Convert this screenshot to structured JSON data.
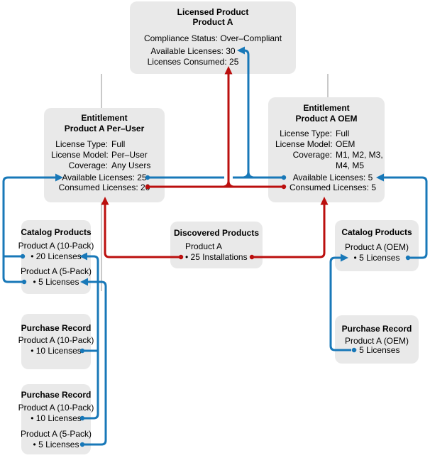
{
  "colors": {
    "blue": "#1878b8",
    "red": "#bb0f0e",
    "box_fill": "#e9e9e9",
    "gray": "#c9c9c9",
    "bg": "#ffffff",
    "text": "#000000"
  },
  "boxes": {
    "licensed_product": {
      "title_line1": "Licensed Product",
      "title_line2": "Product A",
      "compliance": "Compliance Status: Over–Compliant",
      "available": "Available Licenses: 30",
      "consumed": "Licenses Consumed: 25"
    },
    "entitlement_per_user": {
      "title_line1": "Entitlement",
      "title_line2": "Product A Per–User",
      "fields": [
        {
          "label": "License Type:",
          "value": "Full"
        },
        {
          "label": "License Model:",
          "value": "Per–User"
        },
        {
          "label": "Coverage:",
          "value": "Any Users"
        }
      ],
      "available": "Available Licenses: 25",
      "consumed": "Consumed Licenses: 20"
    },
    "entitlement_oem": {
      "title_line1": "Entitlement",
      "title_line2": "Product A OEM",
      "fields": [
        {
          "label": "License Type:",
          "value": "Full"
        },
        {
          "label": "License Model:",
          "value": "OEM"
        },
        {
          "label": "Coverage:",
          "value": "M1, M2, M3, M4, M5"
        }
      ],
      "available": "Available Licenses: 5",
      "consumed": "Consumed Licenses: 5"
    },
    "catalog_left": {
      "title": "Catalog Products",
      "items": [
        {
          "name": "Product A (10-Pack)",
          "detail": "• 20 Licenses"
        },
        {
          "name": "Product A (5-Pack)",
          "detail": "• 5 Licenses"
        }
      ]
    },
    "discovered": {
      "title": "Discovered Products",
      "items": [
        {
          "name": "Product A",
          "detail": "• 25 Installations"
        }
      ]
    },
    "catalog_right": {
      "title": "Catalog Products",
      "items": [
        {
          "name": "Product A (OEM)",
          "detail": "• 5 Licenses"
        }
      ]
    },
    "purchase_left_1": {
      "title": "Purchase Record",
      "items": [
        {
          "name": "Product A (10-Pack)",
          "detail": "• 10 Licenses"
        }
      ]
    },
    "purchase_left_2": {
      "title": "Purchase Record",
      "items": [
        {
          "name": "Product A (10-Pack)",
          "detail": "• 10 Licenses"
        },
        {
          "name": "Product A (5-Pack)",
          "detail": "• 5 Licenses"
        }
      ]
    },
    "purchase_right": {
      "title": "Purchase Record",
      "items": [
        {
          "name": "Product A (OEM)",
          "detail": "• 5 Licenses"
        }
      ]
    }
  }
}
